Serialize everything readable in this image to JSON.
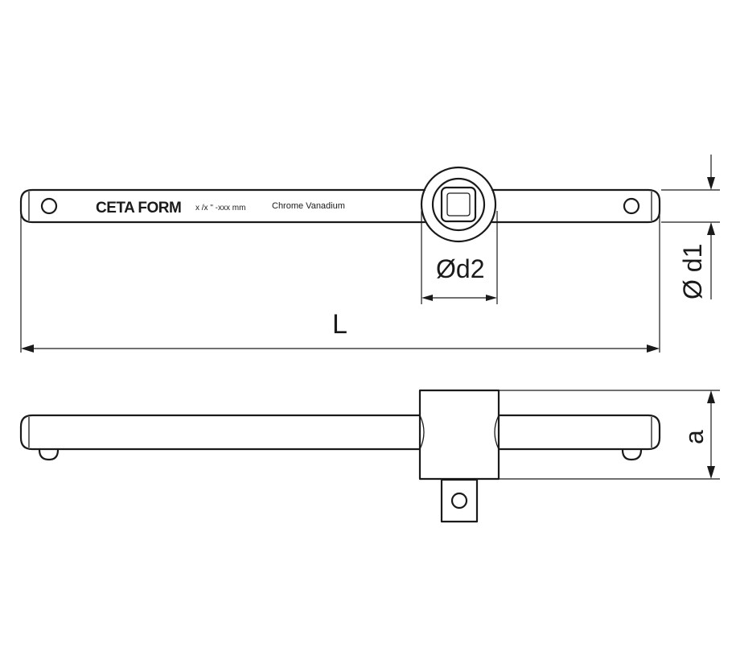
{
  "brand": {
    "logo_text": "CETA FORM"
  },
  "bar_inscription": {
    "size": "x /x \" -xxx mm",
    "material": "Chrome Vanadium"
  },
  "dimensions": {
    "length_label": "L",
    "d1_label": "Ø d1",
    "d2_label": "Ød2",
    "height_label": "a"
  },
  "colors": {
    "line": "#1a1a1a",
    "background": "#ffffff"
  }
}
